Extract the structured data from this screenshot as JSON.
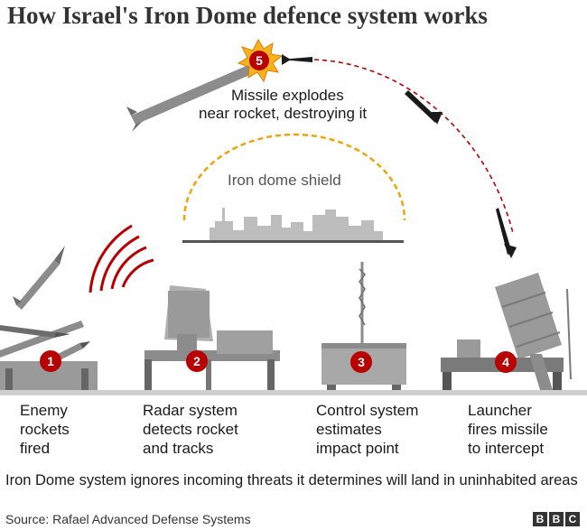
{
  "title": "How Israel's Iron Dome defence system works",
  "explosion": {
    "number": "5",
    "text_line1": "Missile explodes",
    "text_line2": "near rocket, destroying it"
  },
  "shield_label": "Iron dome shield",
  "steps": [
    {
      "number": "1",
      "lines": [
        "Enemy",
        "rockets",
        "fired"
      ]
    },
    {
      "number": "2",
      "lines": [
        "Radar system",
        "detects rocket",
        "and tracks"
      ]
    },
    {
      "number": "3",
      "lines": [
        "Control system",
        "estimates",
        "impact point"
      ]
    },
    {
      "number": "4",
      "lines": [
        "Launcher",
        "fires missile",
        "to intercept"
      ]
    }
  ],
  "note": "Iron Dome system ignores incoming threats it determines will land in uninhabited areas",
  "source": "Source: Rafael Advanced Defense Systems",
  "logo": [
    "B",
    "B",
    "C"
  ],
  "colors": {
    "badge": "#b80000",
    "shield": "#f0a30a",
    "radar_waves": "#b80000",
    "equipment": "#8c8c8c",
    "ground": "#cfcfcf"
  }
}
